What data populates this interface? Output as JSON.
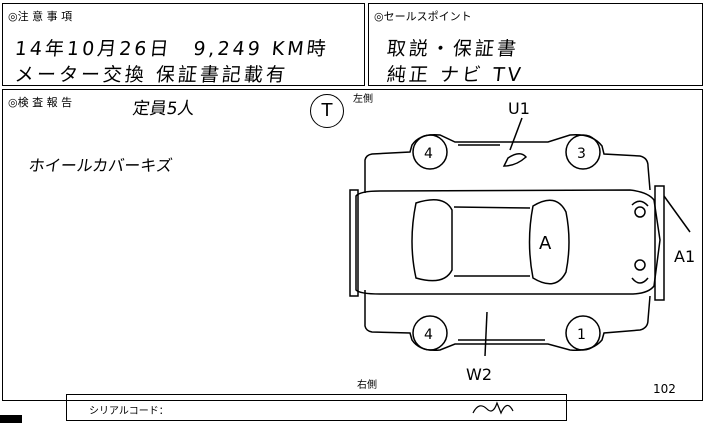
{
  "notes": {
    "header": "◎注 意 事 項",
    "line1": "14年10月26日　9,249 KM時",
    "line2": "メーター交換 保証書記載有"
  },
  "selling_points": {
    "header": "◎セールスポイント",
    "line1": "取説・保証書",
    "line2": "純正 ナビ TV"
  },
  "inspection": {
    "header": "◎検 査 報 告",
    "seats": "定員5人",
    "wheel_note": "ホイールカバーキズ",
    "transmission": "T",
    "left_side": "左側",
    "right_side": "右側",
    "page_number": "102",
    "damage": {
      "u1": "U1",
      "w2": "W2",
      "a1": "A1",
      "windshield": "A"
    },
    "wheels": {
      "front_left": "4",
      "rear_left": "3",
      "front_right": "4",
      "rear_right": "1"
    }
  },
  "footer": {
    "serial_label": "シリアルコード："
  }
}
